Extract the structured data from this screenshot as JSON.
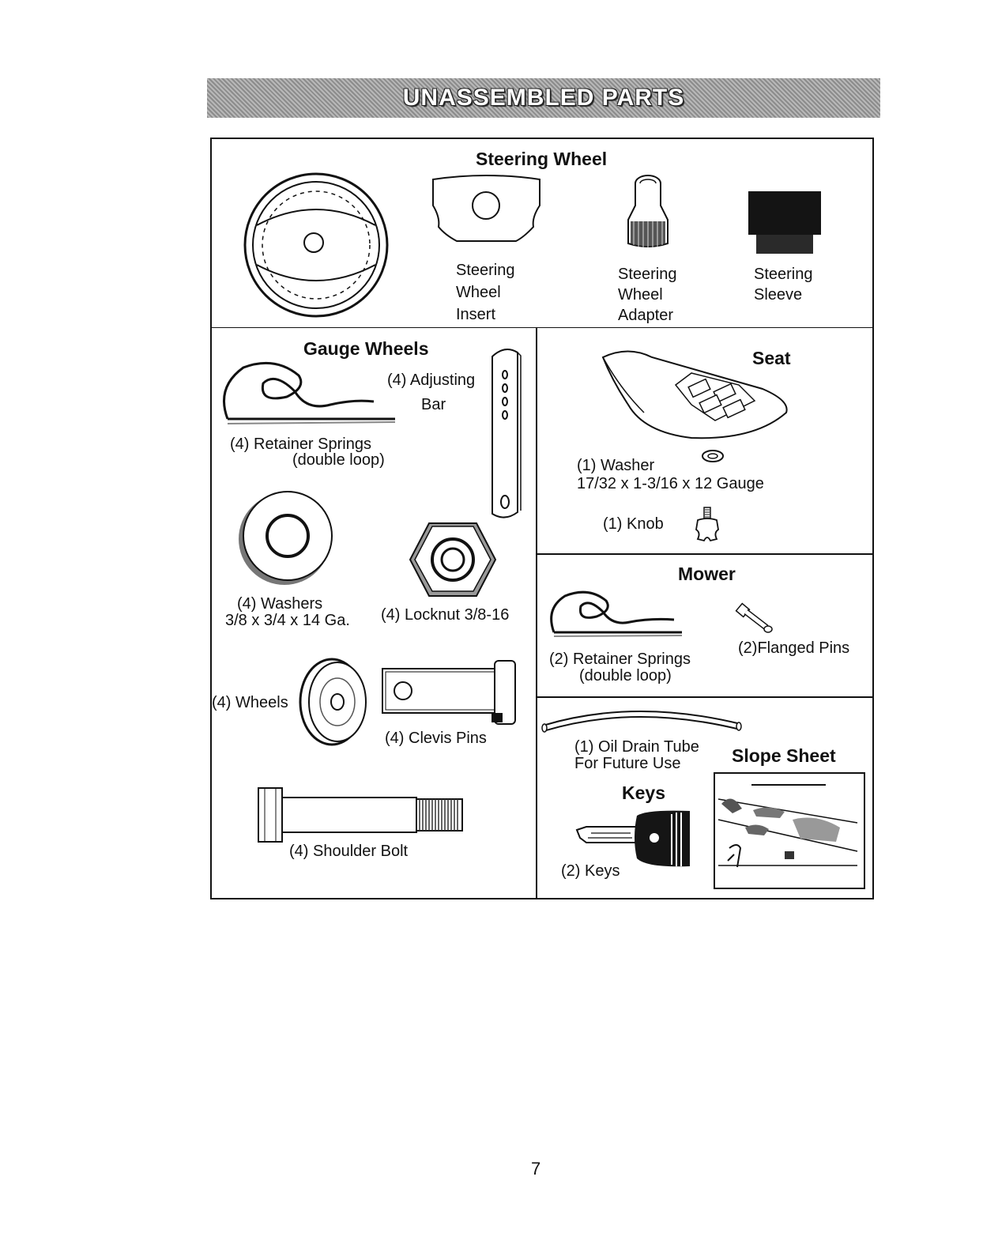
{
  "banner": {
    "title": "UNASSEMBLED PARTS"
  },
  "steering": {
    "heading": "Steering Wheel",
    "insert": "Steering\nWheel\nInsert",
    "adapter": "Steering\nWheel\nAdapter",
    "sleeve": "Steering\nSleeve"
  },
  "gauge": {
    "heading": "Gauge Wheels",
    "adjusting_bar": "(4) Adjusting",
    "adjusting_bar2": "Bar",
    "retainer": "(4)  Retainer Springs",
    "retainer2": "(double loop)",
    "washers": "(4) Washers",
    "washers2": "3/8 x 3/4 x 14 Ga.",
    "locknut": "(4) Locknut  3/8-16",
    "wheels": "(4) Wheels",
    "clevis": "(4) Clevis Pins",
    "shoulder": "(4) Shoulder Bolt"
  },
  "seat": {
    "heading": "Seat",
    "washer": "(1) Washer",
    "washer_spec": "17/32 x 1-3/16 x 12 Gauge",
    "knob": "(1) Knob"
  },
  "mower": {
    "heading": "Mower",
    "retainer": "(2)  Retainer Springs",
    "retainer2": "(double loop)",
    "pins": "(2)Flanged Pins"
  },
  "misc": {
    "oil_tube": "(1) Oil Drain Tube",
    "oil_tube2": "For Future Use",
    "slope_heading": "Slope Sheet",
    "keys_heading": "Keys",
    "keys": "(2) Keys"
  },
  "page_number": "7"
}
